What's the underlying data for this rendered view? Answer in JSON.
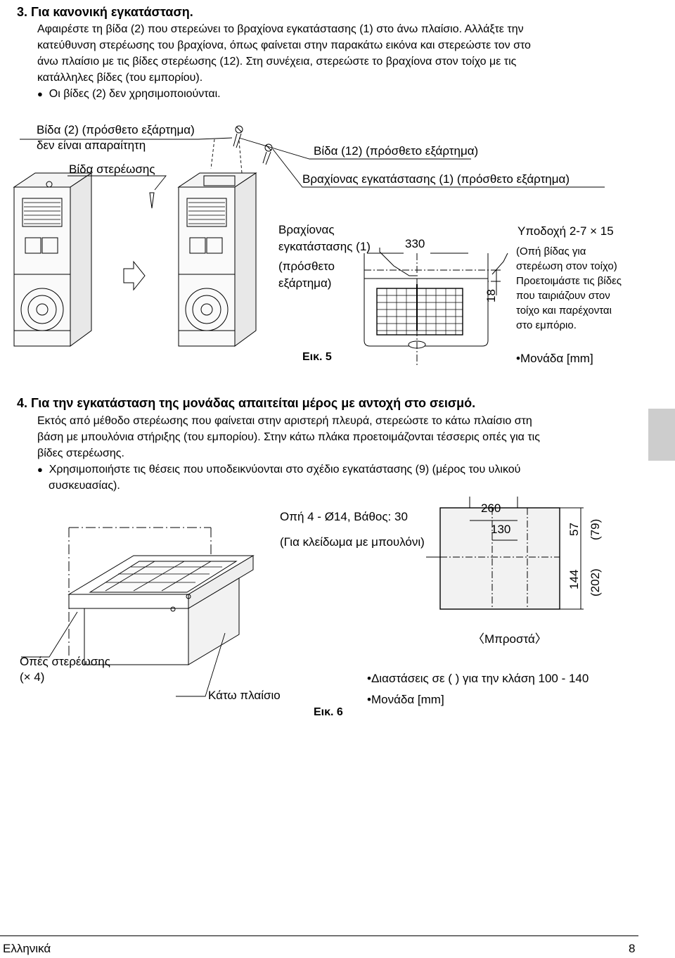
{
  "section3": {
    "heading": "3. Για κανονική εγκατάσταση.",
    "lines": [
      "Αφαιρέστε τη βίδα (2) που στερεώνει το βραχίονα εγκατάστασης (1) στο άνω πλαίσιο. Αλλάξτε την",
      "κατεύθυνση στερέωσης του βραχίονα, όπως φαίνεται στην παρακάτω εικόνα και στερεώστε τον στο",
      "άνω πλαίσιο με τις βίδες στερέωσης (12). Στη συνέχεια, στερεώστε το βραχίονα στον τοίχο με τις",
      "κατάλληλες βίδες (του εμπορίου)."
    ],
    "bullet": "Οι βίδες (2) δεν χρησιμοποιούνται."
  },
  "fig5": {
    "label_screw2_l1": "Βίδα (2) (πρόσθετο εξάρτημα)",
    "label_screw2_l2": "δεν είναι απαραίτητη",
    "label_fixing_screw": "Βίδα στερέωσης",
    "label_screw12": "Βίδα (12) (πρόσθετο εξάρτημα)",
    "label_bracket": "Βραχίονας εγκατάστασης (1) (πρόσθετο εξάρτημα)",
    "bracket2_l1": "Βραχίονας",
    "bracket2_l2": "εγκατάστασης (1)",
    "bracket2_l3": "(πρόσθετο",
    "bracket2_l4": "εξάρτημα)",
    "dim_330": "330",
    "dim_18": "18",
    "hole_title": "Υποδοχή 2-7 × 15",
    "hole_l1": "(Οπή βίδας για",
    "hole_l2": "στερέωση στον τοίχο)",
    "hole_l3": "Προετοιμάστε τις βίδες",
    "hole_l4": "που ταιριάζουν στον",
    "hole_l5": "τοίχο και παρέχονται",
    "hole_l6": "στο εμπόριο.",
    "caption": "Εικ. 5",
    "unit": "•Μονάδα [mm]"
  },
  "section4": {
    "heading": "4. Για την εγκατάσταση της μονάδας απαιτείται μέρος με αντοχή στο σεισμό.",
    "lines": [
      "Εκτός από μέθοδο στερέωσης που φαίνεται στην αριστερή πλευρά, στερεώστε το κάτω πλαίσιο στη",
      "βάση με μπουλόνια στήριξης (του εμπορίου). Στην κάτω πλάκα προετοιμάζονται τέσσερις οπές για τις",
      "βίδες στερέωσης."
    ],
    "bullet_l1": "Χρησιμοποιήστε τις θέσεις που υποδεικνύονται στο σχέδιο εγκατάστασης (9) (μέρος του υλικού",
    "bullet_l2": "συσκευασίας)."
  },
  "fig6": {
    "holes_l1": "Οπές στερέωσης",
    "holes_l2": "(× 4)",
    "bottom_frame": "Κάτω πλαίσιο",
    "hole_spec": "Οπή 4 - Ø14, Βάθος: 30",
    "bolt_note": "(Για κλείδωμα με μπουλόνι)",
    "dim_260": "260",
    "dim_130": "130",
    "dim_57": "57",
    "dim_79": "(79)",
    "dim_144": "144",
    "dim_202": "(202)",
    "front": "〈Μπροστά〉",
    "dims_note": "•Διαστάσεις σε (       ) για την κλάση 100 - 140",
    "unit": "•Μονάδα [mm]",
    "caption": "Εικ. 6"
  },
  "footer": {
    "language": "Ελληνικά",
    "page": "8"
  }
}
